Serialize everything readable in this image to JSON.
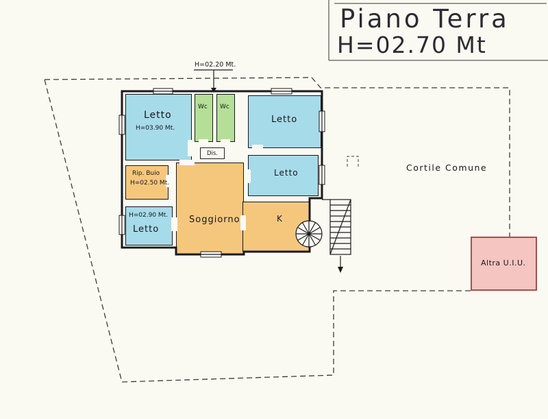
{
  "title_block": {
    "title": "Piano Terra",
    "height_note": "H=02.70 Mt"
  },
  "annotations": {
    "wc_height": "H=02.20 Mt.",
    "courtyard_label": "Cortile Comune"
  },
  "rooms": {
    "letto_top_left": {
      "label": "Letto",
      "height_note": "H=03.90 Mt.",
      "color": "#a6dbe9"
    },
    "wc_left": {
      "label": "Wc",
      "color": "#b5df96"
    },
    "wc_right": {
      "label": "Wc",
      "color": "#b5df96"
    },
    "letto_top_right": {
      "label": "Letto",
      "color": "#a6dbe9"
    },
    "letto_mid_right": {
      "label": "Letto",
      "color": "#a6dbe9"
    },
    "ripostiglio": {
      "label": "Rip. Buio",
      "height_note": "H=02.50 Mt.",
      "color": "#f5c77d"
    },
    "letto_bottom_left": {
      "label": "Letto",
      "height_note": "H=02.90 Mt.",
      "color": "#a6dbe9"
    },
    "soggiorno": {
      "label": "Soggiorno",
      "color": "#f5c77d"
    },
    "kitchen": {
      "label": "K",
      "color": "#f5c77d"
    },
    "disimpegno": {
      "label": "Dis."
    },
    "altra_uiu": {
      "label": "Altra U.I.U.",
      "color": "#f4c5c1"
    }
  },
  "colors": {
    "bedroom_fill": "#a6dbe9",
    "wc_fill": "#b5df96",
    "living_fill": "#f5c77d",
    "other_unit_fill": "#f4c5c1",
    "other_unit_border": "#a2524b",
    "wall": "#1a1a1e",
    "paper": "#fbfaf2",
    "boundary": "#3a3a3a"
  }
}
